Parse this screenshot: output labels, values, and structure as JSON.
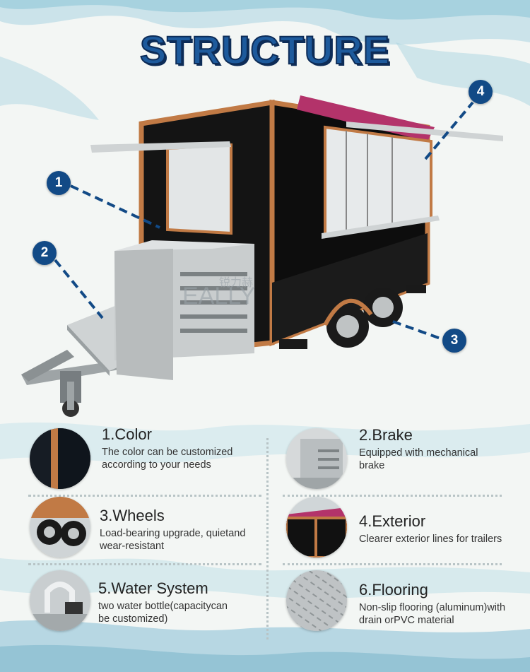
{
  "title": "STRUCTURE",
  "watermark": {
    "latin": "EALLY",
    "cjk": "锐力赫"
  },
  "markers": [
    "1",
    "2",
    "3",
    "4"
  ],
  "features": [
    {
      "title": "1.Color",
      "desc": [
        "The color can be customized",
        "according to your needs"
      ],
      "icon": "color-panel-thumbnail"
    },
    {
      "title": "2.Brake",
      "desc": [
        "Equipped with mechanical",
        "brake"
      ],
      "icon": "brake-thumbnail"
    },
    {
      "title": "3.Wheels",
      "desc": [
        "Load-bearing upgrade, quietand",
        "wear-resistant"
      ],
      "icon": "wheels-thumbnail"
    },
    {
      "title": "4.Exterior",
      "desc": [
        "Clearer exterior lines for trailers"
      ],
      "icon": "exterior-thumbnail"
    },
    {
      "title": "5.Water System",
      "desc": [
        "two water bottle(capacitycan",
        "be customized)"
      ],
      "icon": "water-system-thumbnail"
    },
    {
      "title": "6.Flooring",
      "desc": [
        "Non-slip flooring (aluminum)with",
        "drain orPVC material"
      ],
      "icon": "flooring-thumbnail"
    }
  ],
  "colors": {
    "accent": "#124a86",
    "trim": "#c17a45",
    "body": "#111111",
    "awning": "#b3336a"
  }
}
